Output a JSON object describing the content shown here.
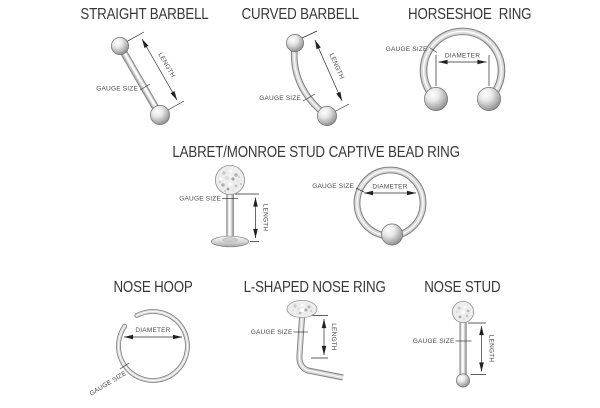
{
  "figure": {
    "background": "#ffffff"
  },
  "items": [
    {
      "id": "straight-barbell",
      "title": "STRAIGHT BARBELL",
      "measurements": {
        "gauge": "GAUGE SIZE",
        "length": "LENGTH"
      }
    },
    {
      "id": "curved-barbell",
      "title": "CURVED BARBELL",
      "measurements": {
        "gauge": "GAUGE SIZE",
        "length": "LENGTH"
      }
    },
    {
      "id": "horseshoe-ring",
      "title": "HORSESHOE  RING",
      "measurements": {
        "gauge": "GAUGE SIZE",
        "diameter": "DIAMETER"
      }
    },
    {
      "id": "labret-monroe-stud",
      "title": "LABRET/MONROE STUD",
      "measurements": {
        "gauge": "GAUGE SIZE",
        "length": "LENGTH"
      }
    },
    {
      "id": "captive-bead-ring",
      "title": "CAPTIVE BEAD RING",
      "measurements": {
        "gauge": "GAUGE SIZE",
        "diameter": "DIAMETER"
      }
    },
    {
      "id": "nose-hoop",
      "title": "NOSE HOOP",
      "measurements": {
        "gauge": "GAUGE SIZE",
        "diameter": "DIAMETER"
      }
    },
    {
      "id": "l-shaped-nose-ring",
      "title": "L-SHAPED NOSE RING",
      "measurements": {
        "gauge": "GAUGE SIZE",
        "length": "LENGTH"
      }
    },
    {
      "id": "nose-stud",
      "title": "NOSE STUD",
      "measurements": {
        "gauge": "GAUGE SIZE",
        "length": "LENGTH"
      }
    }
  ],
  "colors": {
    "background": "#ffffff",
    "title_text": "#383838",
    "label_text": "#4a4a4a",
    "dimension_line": "#2a2a2a",
    "metal_light": "#f0f0f0",
    "metal_dark": "#858585"
  }
}
